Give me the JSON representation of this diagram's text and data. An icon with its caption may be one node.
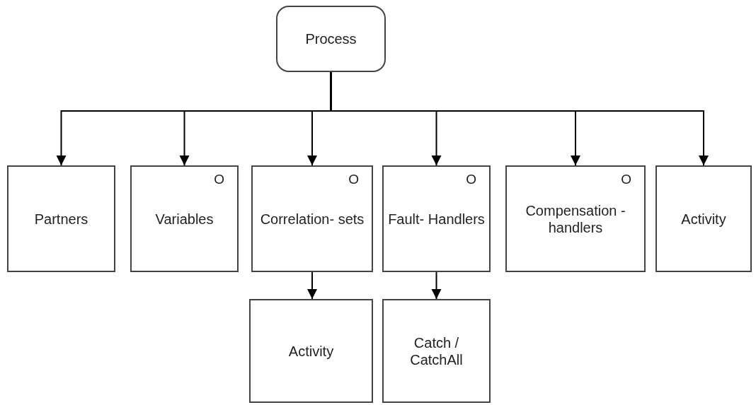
{
  "diagram": {
    "nodes": [
      {
        "text": [
          "Process"
        ]
      },
      {
        "text": [
          "Partners"
        ]
      },
      {
        "text": [
          "O",
          "Variables"
        ]
      },
      {
        "text": [
          "O",
          "Correlation- sets"
        ]
      },
      {
        "text": [
          "O",
          "Fault- Handlers"
        ]
      },
      {
        "text": [
          "O",
          "Compensation -handlers"
        ]
      },
      {
        "text": [
          "Activity"
        ]
      },
      {
        "text": [
          "Activity"
        ]
      },
      {
        "text": [
          "Catch / CatchAll"
        ]
      }
    ],
    "edges": [
      {
        "from": 0,
        "to": 1,
        "arrow": "to"
      },
      {
        "from": 0,
        "to": 2,
        "arrow": "to"
      },
      {
        "from": 0,
        "to": 3,
        "arrow": "to"
      },
      {
        "from": 0,
        "to": 4,
        "arrow": "to"
      },
      {
        "from": 0,
        "to": 5,
        "arrow": "to"
      },
      {
        "from": 0,
        "to": 6,
        "arrow": "to"
      },
      {
        "from": 3,
        "to": 7,
        "arrow": "to"
      },
      {
        "from": 4,
        "to": 8,
        "arrow": "to"
      }
    ]
  }
}
